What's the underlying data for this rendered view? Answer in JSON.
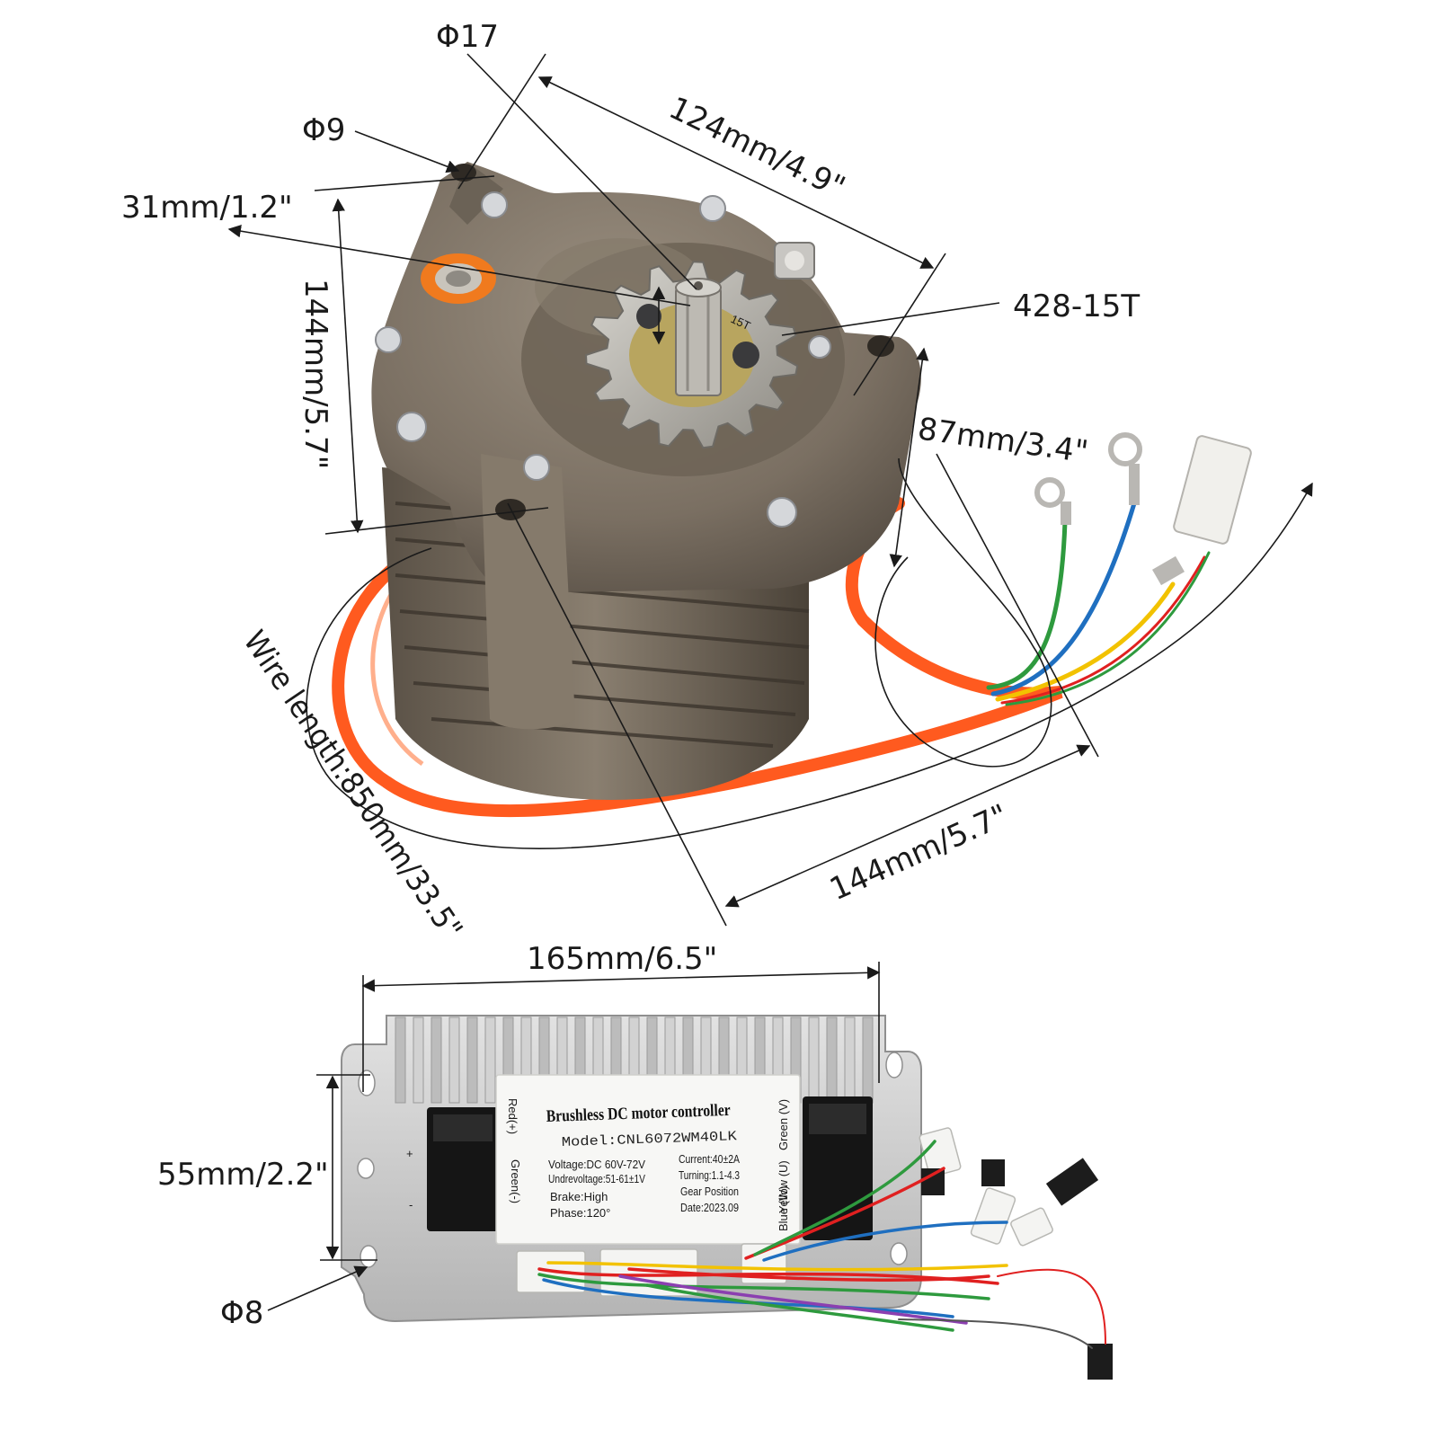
{
  "dimensions": {
    "shaft_dia": "Φ17",
    "hole_dia_top": "Φ9",
    "offset": "31mm/1.2\"",
    "width_top": "124mm/4.9\"",
    "sprocket": "428-15T",
    "height": "144mm/5.7\"",
    "depth": "87mm/3.4\"",
    "width_bottom": "144mm/5.7\"",
    "wire_length": "Wire length:850mm/33.5\"",
    "controller_length": "165mm/6.5\"",
    "controller_hole_spacing": "55mm/2.2\"",
    "controller_hole_dia": "Φ8"
  },
  "controller_label": {
    "title": "Brushless DC motor controller",
    "model": "Model:CNL6072WM40LK",
    "voltage": "Voltage:DC 60V-72V",
    "undervoltage": "Undrevoltage:51-61±1V",
    "brake": "Brake:High",
    "phase": "Phase:120°",
    "current": "Current:40±2A",
    "turning": "Turning:1.1-4.3",
    "gear": "Gear Position",
    "date": "Date:2023.09",
    "left_red": "Red(+)",
    "left_green": "Green(-)",
    "right_green": "Green (V)",
    "right_yellow": "Yellow (U)",
    "right_blue": "Blue (W)"
  },
  "sprocket_mark": "15T",
  "colors": {
    "motor_body": "#7a6f62",
    "motor_dark": "#4e463d",
    "orange_cable": "#ff5a1f",
    "controller_metal": "#c9c9c9",
    "wire_green": "#2e9a3e",
    "wire_blue": "#1f6fc0",
    "wire_yellow": "#f2c200",
    "wire_red": "#e02020"
  }
}
